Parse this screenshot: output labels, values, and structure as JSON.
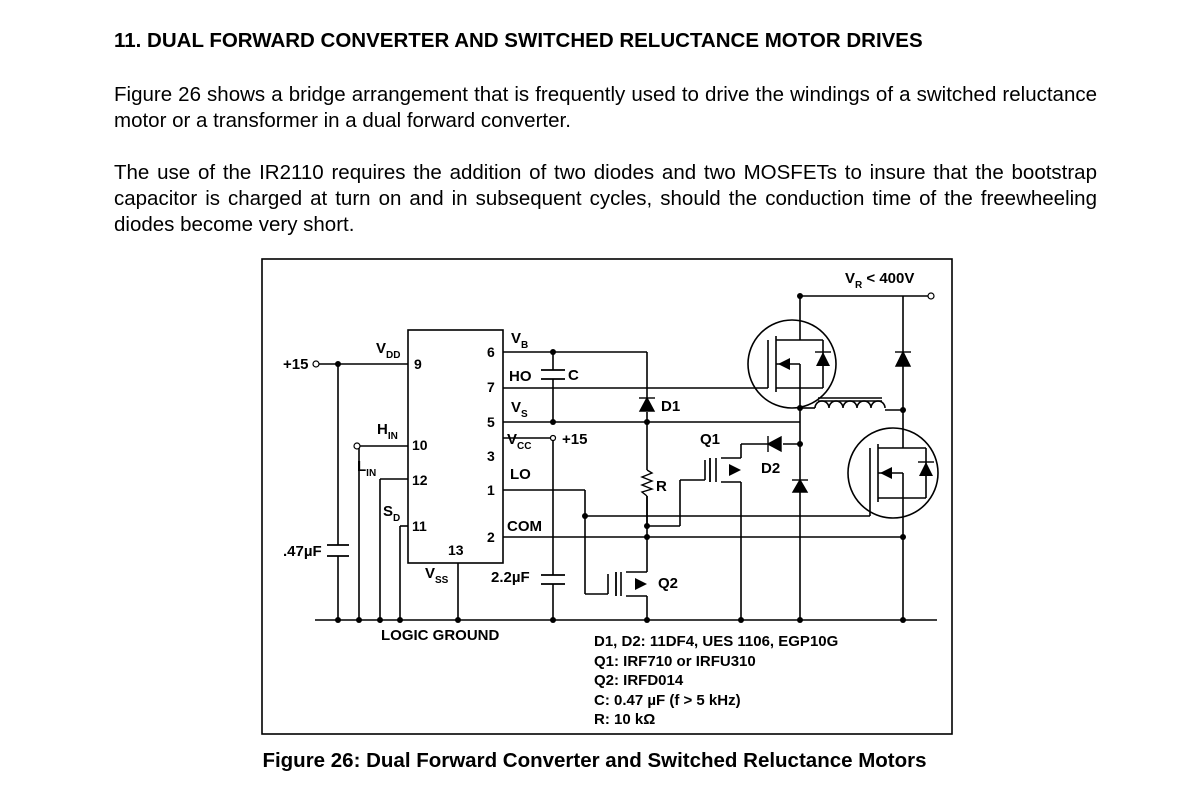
{
  "section_heading": "11. DUAL FORWARD CONVERTER AND SWITCHED RELUCTANCE MOTOR DRIVES",
  "paragraphs": [
    "Figure 26 shows a bridge arrangement that is frequently used to drive the windings of a switched reluctance motor or a transformer in a dual forward converter.",
    "The use of the IR2110 requires the addition of two diodes and two MOSFETs to insure that the bootstrap capacitor is charged at turn on and in subsequent cycles, should the conduction time of the freewheeling diodes become very short."
  ],
  "schematic": {
    "supply_label": "+15",
    "vcc_supply_label": "+15",
    "cap_vdd_label": ".47µF",
    "cap_vcc_label": "2.2µF",
    "cap_c_label": "C",
    "resistor_label": "R",
    "logic_ground_label": "LOGIC GROUND",
    "vr_label": "V",
    "vr_sub": "R",
    "vr_value": " < 400V",
    "d1_label": "D1",
    "d2_label": "D2",
    "q1_label": "Q1",
    "q2_label": "Q2",
    "pins": {
      "vdd": {
        "main": "V",
        "sub": "DD",
        "num": "9"
      },
      "hin": {
        "main": "H",
        "sub": "IN",
        "num": "10"
      },
      "lin": {
        "main": "L",
        "sub": "IN",
        "num": "12"
      },
      "sd": {
        "main": "S",
        "sub": "D",
        "num": "11"
      },
      "vss": {
        "main": "V",
        "sub": "SS",
        "num": "13"
      },
      "vb": {
        "main": "V",
        "sub": "B",
        "num": "6"
      },
      "ho": {
        "main": "HO",
        "num": "7"
      },
      "vs": {
        "main": "V",
        "sub": "S",
        "num": "5"
      },
      "vcc": {
        "main": "V",
        "sub": "CC",
        "num": "3"
      },
      "lo": {
        "main": "LO",
        "num": "1"
      },
      "com": {
        "main": "COM",
        "num": "2"
      }
    },
    "parts_list": [
      "D1, D2: 11DF4, UES 1106, EGP10G",
      "Q1: IRF710 or IRFU310",
      "Q2: IRFD014",
      "C: 0.47 µF (f > 5 kHz)",
      "R: 10 kΩ"
    ]
  },
  "caption": "Figure 26: Dual Forward Converter and Switched Reluctance Motors"
}
